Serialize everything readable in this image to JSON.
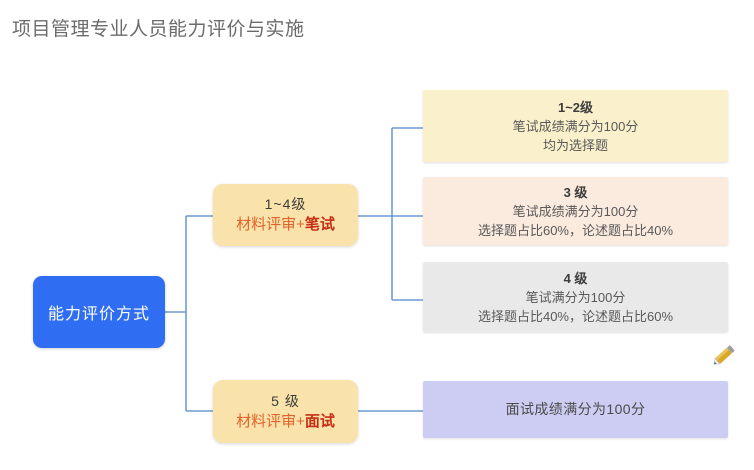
{
  "page": {
    "title": "项目管理专业人员能力评价与实施"
  },
  "root": {
    "label": "能力评价方式",
    "color": "#2f6ef2"
  },
  "branches": [
    {
      "level_label": "1~4级",
      "method_prefix": "材料评审",
      "method_plus": "+",
      "method_emphasis": "笔试",
      "color": "#fae3ab"
    },
    {
      "level_label": "5 级",
      "method_prefix": "材料评审",
      "method_plus": "+",
      "method_emphasis": "面试",
      "color": "#fae3ab"
    }
  ],
  "leaves": [
    {
      "title": "1~2级",
      "lines": [
        "笔试成绩满分为100分",
        "均为选择题"
      ],
      "color": "#faf0cc"
    },
    {
      "title": "3 级",
      "lines": [
        "笔试成绩满分为100分",
        "选择题占比60%，论述题占比40%"
      ],
      "color": "#fbeade"
    },
    {
      "title": "4 级",
      "lines": [
        "笔试满分为100分",
        "选择题占比40%，论述题占比60%"
      ],
      "color": "#e9e9e9"
    },
    {
      "title": "",
      "lines": [
        "面试成绩满分为100分"
      ],
      "color": "#cdcdf3"
    }
  ],
  "icons": {
    "pencil": "pencil-icon"
  },
  "connector": {
    "color": "#6c9bd2"
  }
}
